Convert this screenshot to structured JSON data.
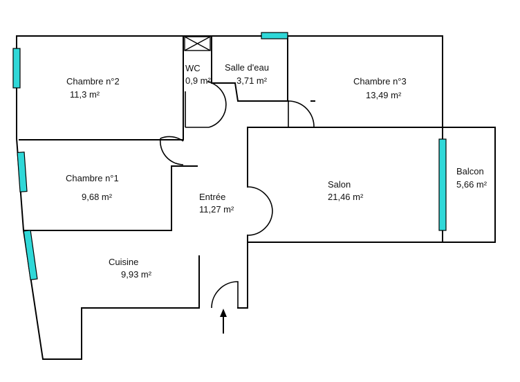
{
  "plan": {
    "rooms": [
      {
        "id": "chambre-2",
        "name": "Chambre n°2",
        "area": "11,3  m²"
      },
      {
        "id": "wc",
        "name": "WC",
        "area": "0,9  m²"
      },
      {
        "id": "salle-eau",
        "name": "Salle d'eau",
        "area": "3,71  m²"
      },
      {
        "id": "chambre-3",
        "name": "Chambre n°3",
        "area": "13,49  m²"
      },
      {
        "id": "chambre-1",
        "name": "Chambre n°1",
        "area": "9,68  m²"
      },
      {
        "id": "entree",
        "name": "Entrée",
        "area": "11,27  m²"
      },
      {
        "id": "salon",
        "name": "Salon",
        "area": "21,46  m²"
      },
      {
        "id": "balcon",
        "name": "Balcon",
        "area": "5,66  m²"
      },
      {
        "id": "cuisine",
        "name": "Cuisine",
        "area": "9,93  m²"
      }
    ],
    "colors": {
      "wall": "#000000",
      "window": "#2fd8d8"
    }
  }
}
